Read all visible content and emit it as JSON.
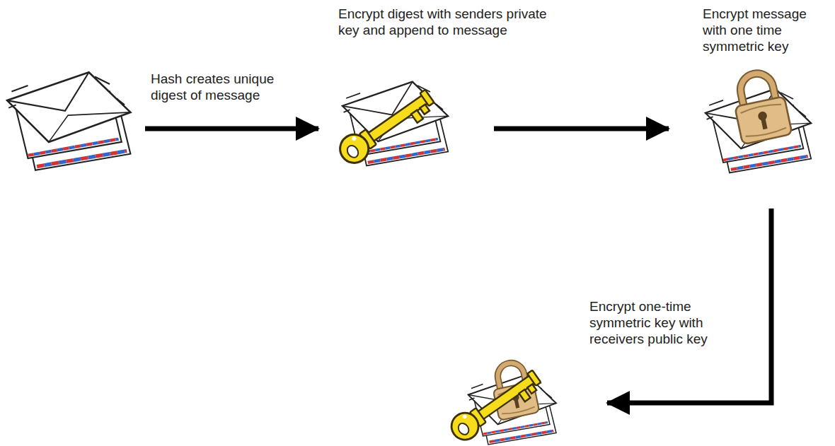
{
  "diagram": {
    "nodes": [
      {
        "text": []
      },
      {
        "text": [
          "Encrypt digest with senders private key and append to message"
        ]
      },
      {
        "text": [
          "Encrypt message with one time symmetric key"
        ]
      },
      {
        "text": [
          "Encrypt one-time symmetric key with receivers public key"
        ]
      }
    ],
    "edges": [
      {
        "from": 0,
        "to": 1,
        "arrow": "to",
        "label": "Hash creates unique digest of message"
      },
      {
        "from": 1,
        "to": 2,
        "arrow": "to"
      },
      {
        "from": 2,
        "to": 3,
        "arrow": "to"
      }
    ]
  }
}
